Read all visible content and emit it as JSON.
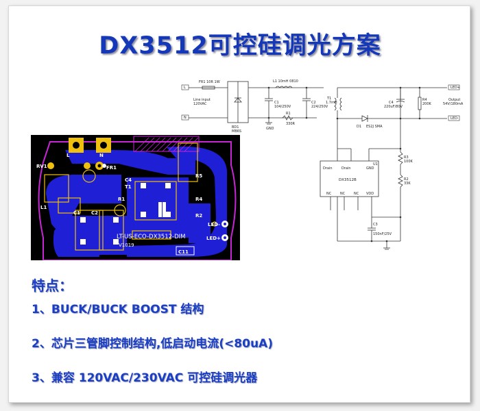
{
  "title": "DX3512可控硅调光方案",
  "features": {
    "heading": "特点：",
    "items": [
      "1、BUCK/BUCK BOOST 结构",
      "2、芯片三管脚控制结构,低启动电流(<80uA)",
      "3、兼容 120VAC/230VAC 可控硅调光器"
    ]
  },
  "pcb": {
    "labels": {
      "L": "L",
      "N": "N",
      "RV1": "RV1",
      "FR1": "FR1",
      "C1": "C1",
      "C2": "C2",
      "L1": "L1",
      "T1": "T1",
      "C4": "C4",
      "R1": "R1",
      "R5": "R5",
      "R4": "R4",
      "R2": "R2",
      "C11": "C11",
      "led_minus": "LED-",
      "led_plus": "LED+",
      "board_name": "LT-US-ECO-DX3512-DIM",
      "board_rev": "V1019"
    }
  },
  "schematic": {
    "fr1": "FR1  10R 1W",
    "line_input": "Line input",
    "vac": "120VAC",
    "L": "L",
    "N": "N",
    "bd1": "BD1",
    "mb6s": "MB6S",
    "l1": "L1   10mH 0810",
    "c1": "C1",
    "c1_val": "104/250V",
    "c2": "C2",
    "c2_val": "224/250V",
    "r1": "R1",
    "r1_val": "330R",
    "gnd": "GND",
    "t1": "T1",
    "t1_val": "1.7mH",
    "c4": "C4",
    "c4_val": "220uF/80V",
    "r4": "R4",
    "r4_val": "200K",
    "d1": "D1",
    "d1_val": "ES2J SMA",
    "output": "Output",
    "output_val": "54V/180mA",
    "led_plus": "LED+",
    "led_minus": "LED-",
    "ic": "DX3512B",
    "u1": "U1",
    "pin_drain1": "Drain",
    "pin_drain2": "Drain",
    "pin_gnd": "GND",
    "pin_nc1": "NC",
    "pin_nc2": "NC",
    "pin_nc3": "NC",
    "pin_vdd": "VDD",
    "r3": "R3",
    "r3_val": "100K",
    "r2": "R2",
    "r2_val": "33K",
    "c3": "C3",
    "c3_val": "150nF/25V"
  },
  "colors": {
    "title": "#1438b8",
    "features": "#1a3fc4",
    "pcb_bg": "#000000",
    "pcb_trace": "#1f1fd6",
    "pcb_mask": "#c825d6",
    "pcb_pad": "#f0c010"
  }
}
